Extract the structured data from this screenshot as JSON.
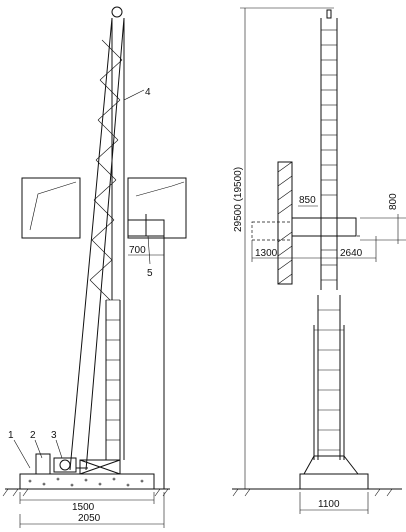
{
  "figure": {
    "left_view": {
      "callouts": [
        "1",
        "2",
        "3",
        "4",
        "5"
      ],
      "dimensions": {
        "base_inner": "1500",
        "base_outer": "2050",
        "platform_offset": "700"
      }
    },
    "right_view": {
      "dimensions": {
        "total_height": "29500 (19500)",
        "cage_height": "850",
        "platform_height": "800",
        "left_reach": "1300",
        "right_reach": "2640",
        "base_width": "1100"
      }
    }
  }
}
